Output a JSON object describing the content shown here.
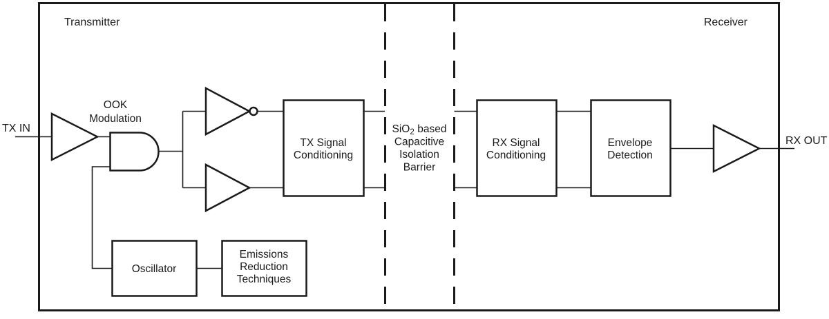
{
  "diagram": {
    "title_context": "Capacitive isolation data-channel block diagram",
    "regions": {
      "transmitter_label": "Transmitter",
      "receiver_label": "Receiver"
    },
    "ports": {
      "tx_in": "TX IN",
      "rx_out": "RX OUT"
    },
    "annotations": {
      "ook_line1": "OOK",
      "ook_line2": "Modulation"
    },
    "barrier": {
      "line1_prefix": "SiO",
      "line1_sub": "2",
      "line1_suffix": "based",
      "line2": "Capacitive",
      "line3": "Isolation",
      "line4": "Barrier"
    },
    "blocks": {
      "tx_signal_conditioning": {
        "line1": "TX Signal",
        "line2": "Conditioning"
      },
      "rx_signal_conditioning": {
        "line1": "RX Signal",
        "line2": "Conditioning"
      },
      "envelope_detection": {
        "line1": "Envelope",
        "line2": "Detection"
      },
      "oscillator": {
        "line1": "Oscillator"
      },
      "emissions_reduction": {
        "line1": "Emissions",
        "line2": "Reduction",
        "line3": "Techniques"
      }
    },
    "colors": {
      "line": "#1a1a1a",
      "background": "#ffffff"
    }
  }
}
